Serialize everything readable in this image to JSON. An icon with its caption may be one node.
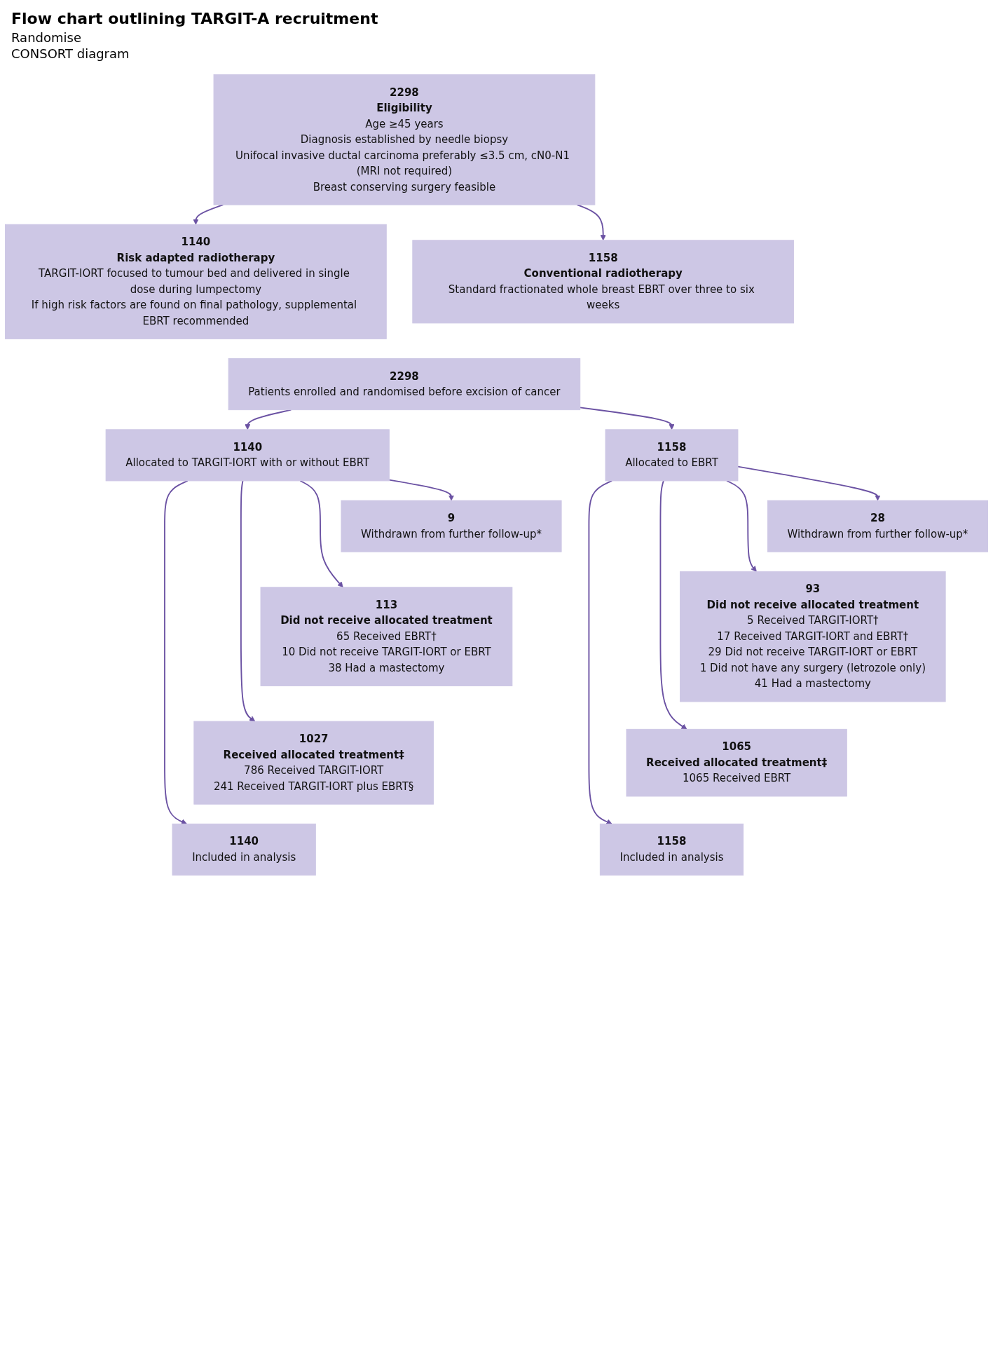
{
  "diagram": {
    "title": "Flow chart outlining TARGIT-A recruitment",
    "nodes": [
      {
        "text": [
          "2298",
          "Eligibility",
          "Age ≥45 years",
          "Diagnosis established by needle biopsy",
          "Unifocal invasive ductal carcinoma preferably ≤3.5 cm, cN0-N1 (MRI not required)",
          "Breast conserving surgery feasible"
        ]
      },
      {
        "text": [
          "1140",
          "Risk adapted radiotherapy",
          "TARGIT-IORT focused to tumour bed and delivered in single dose during lumpectomy",
          "If high risk factors are found on final pathology, supplemental EBRT recommended"
        ]
      },
      {
        "text": [
          "1158",
          "Conventional radiotherapy",
          "Standard fractionated whole breast EBRT over three to six weeks"
        ]
      },
      {
        "text": [
          "2298",
          "Patients enrolled and randomised before excision of cancer"
        ]
      },
      {
        "text": [
          "1140",
          "Allocated to TARGIT-IORT with or without EBRT"
        ]
      },
      {
        "text": [
          "1158",
          "Allocated to EBRT"
        ]
      },
      {
        "text": [
          "9",
          "Withdrawn from further follow-up*"
        ]
      },
      {
        "text": [
          "28",
          "Withdrawn from further follow-up*"
        ]
      },
      {
        "text": [
          "113",
          "Did not receive allocated treatment",
          "65 Received EBRT†",
          "10 Did not receive TARGIT-IORT or EBRT",
          "38 Had a mastectomy"
        ]
      },
      {
        "text": [
          "93",
          "Did not receive allocated treatment",
          "5 Received TARGIT-IORT†",
          "17 Received TARGIT-IORT and EBRT†",
          "29 Did not receive TARGIT-IORT or EBRT",
          "1 Did not have any surgery (letrozole only)",
          "41 Had a mastectomy"
        ]
      },
      {
        "text": [
          "1027",
          "Received allocated treatment‡",
          "786 Received TARGIT-IORT",
          "241 Received TARGIT-IORT plus EBRT§"
        ]
      },
      {
        "text": [
          "1065",
          "Received allocated treatment‡",
          "1065 Received EBRT"
        ]
      },
      {
        "text": [
          "1140",
          "Included in analysis"
        ]
      },
      {
        "text": [
          "1158",
          "Included in analysis"
        ]
      }
    ],
    "edges": [
      {
        "from": 0,
        "to": 1,
        "arrow": "to"
      },
      {
        "from": 0,
        "to": 2,
        "arrow": "to"
      },
      {
        "from": 3,
        "to": 4,
        "arrow": "to"
      },
      {
        "from": 3,
        "to": 5,
        "arrow": "to"
      },
      {
        "from": 4,
        "to": 6,
        "arrow": "to"
      },
      {
        "from": 4,
        "to": 8,
        "arrow": "to"
      },
      {
        "from": 4,
        "to": 10,
        "arrow": "to"
      },
      {
        "from": 4,
        "to": 12,
        "arrow": "to"
      },
      {
        "from": 5,
        "to": 7,
        "arrow": "to"
      },
      {
        "from": 5,
        "to": 9,
        "arrow": "to"
      },
      {
        "from": 5,
        "to": 11,
        "arrow": "to"
      },
      {
        "from": 5,
        "to": 13,
        "arrow": "to"
      }
    ],
    "labels": [
      "Randomise",
      "CONSORT diagram"
    ]
  }
}
